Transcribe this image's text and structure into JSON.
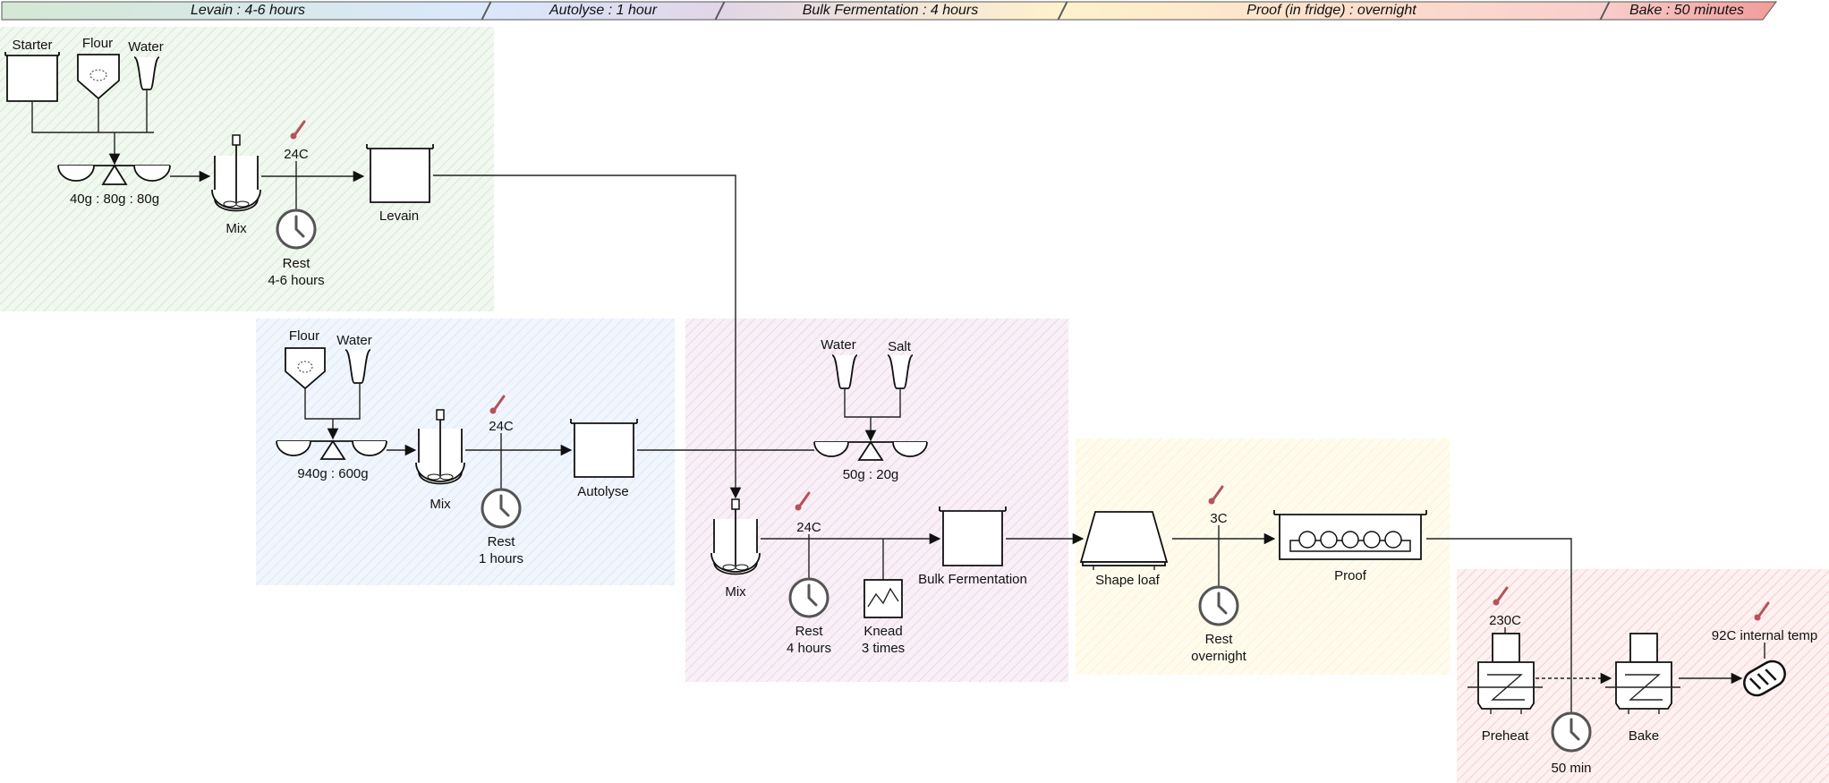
{
  "phases": [
    {
      "label": "Levain : 4-6 hours",
      "color": "#d5e8d4"
    },
    {
      "label": "Autolyse : 1 hour",
      "color": "#dae8fc"
    },
    {
      "label": "Bulk Fermentation : 4 hours",
      "color": "#fff2cc"
    },
    {
      "label": "Proof (in fridge) : overnight",
      "color": "#f8cecc"
    },
    {
      "label": "Bake : 50 minutes",
      "color": "#f8cecc"
    }
  ],
  "levain": {
    "starter": "Starter",
    "flour": "Flour",
    "water": "Water",
    "ratio": "40g : 80g : 80g",
    "mix": "Mix",
    "temp": "24C",
    "rest_line1": "Rest",
    "rest_line2": "4-6 hours",
    "vessel": "Levain"
  },
  "autolyse": {
    "flour": "Flour",
    "water": "Water",
    "ratio": "940g : 600g",
    "mix": "Mix",
    "temp": "24C",
    "rest_line1": "Rest",
    "rest_line2": "1 hours",
    "vessel": "Autolyse"
  },
  "bulk": {
    "water": "Water",
    "salt": "Salt",
    "ratio": "50g : 20g",
    "mix": "Mix",
    "temp": "24C",
    "rest_line1": "Rest",
    "rest_line2": "4 hours",
    "knead_line1": "Knead",
    "knead_line2": "3 times",
    "vessel": "Bulk Fermentation"
  },
  "proof": {
    "shape": "Shape loaf",
    "temp": "3C",
    "rest_line1": "Rest",
    "rest_line2": "overnight",
    "vessel": "Proof"
  },
  "bake": {
    "preheat_temp": "230C",
    "preheat": "Preheat",
    "timer": "50 min",
    "bake": "Bake",
    "internal": "92C internal temp"
  }
}
